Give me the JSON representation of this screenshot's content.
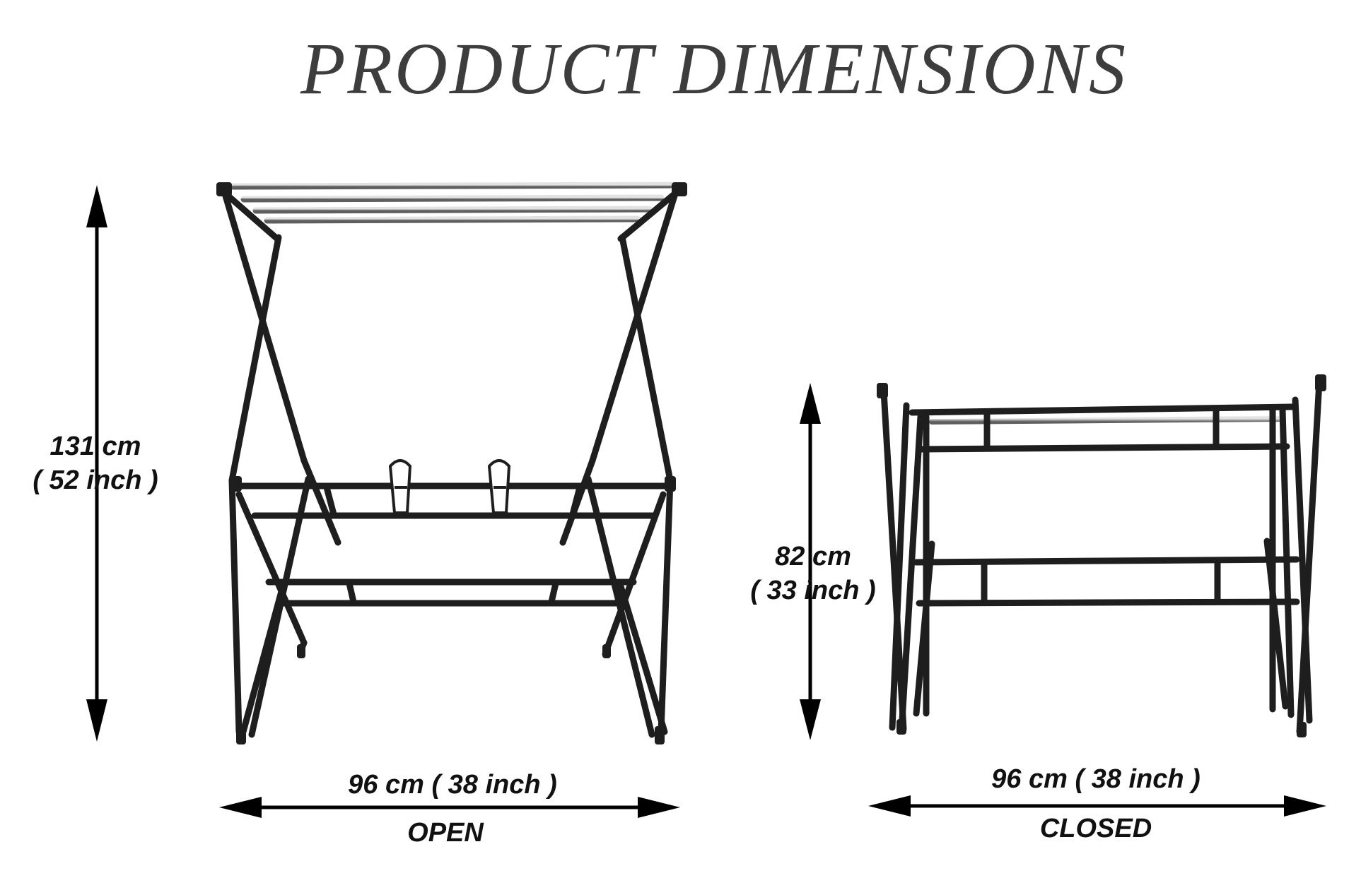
{
  "title": "PRODUCT DIMENSIONS",
  "open": {
    "height_cm": "131 cm",
    "height_inch": "( 52 inch )",
    "width": "96 cm ( 38 inch )",
    "caption": "OPEN"
  },
  "closed": {
    "height_cm": "82 cm",
    "height_inch": "( 33 inch )",
    "width": "96 cm ( 38 inch )",
    "caption": "CLOSED"
  },
  "colors": {
    "frame": "#1e1e1e",
    "rod": "#a9a9a9",
    "arrow": "#000000",
    "title": "#3d3d3d"
  }
}
